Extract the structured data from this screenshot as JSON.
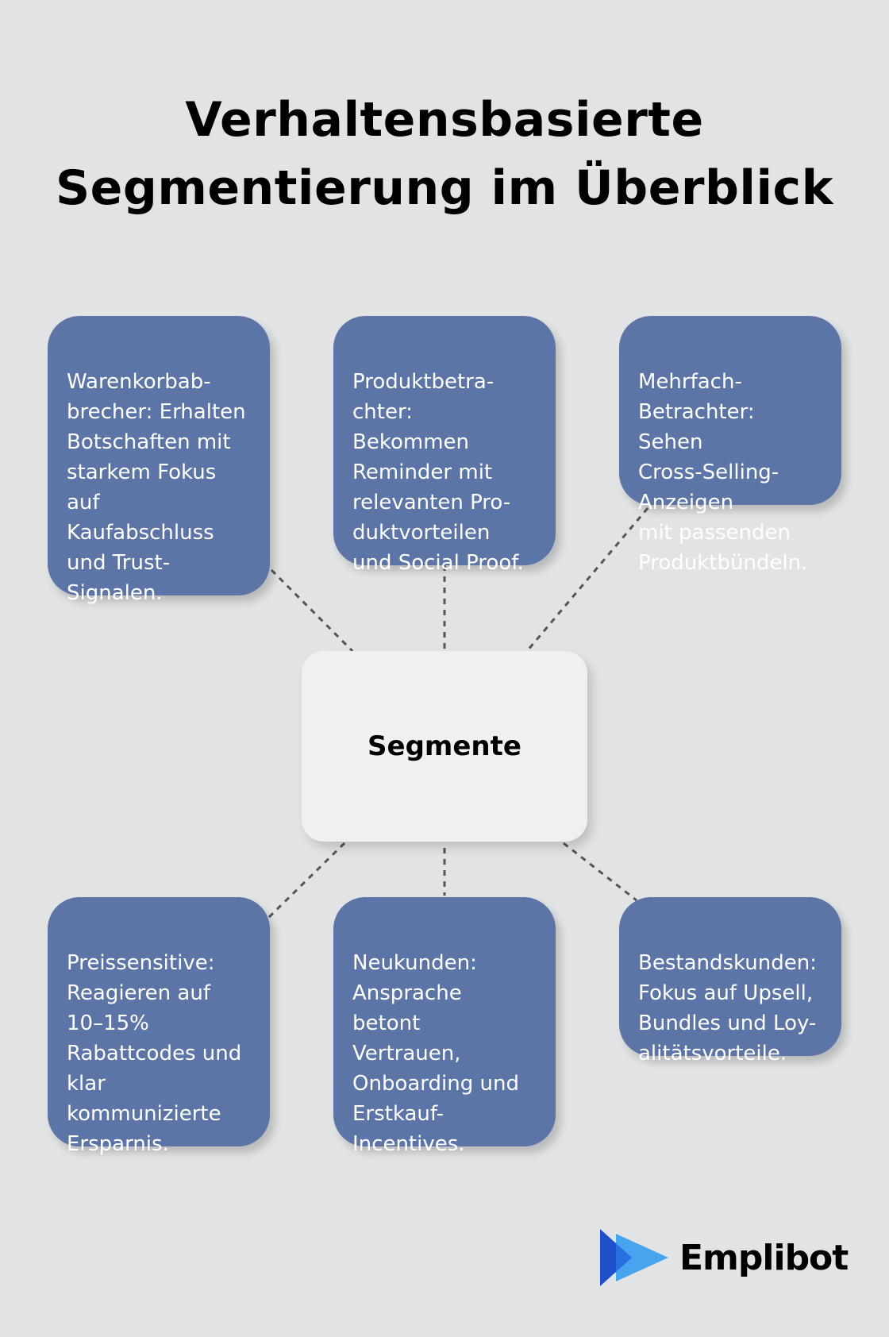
{
  "title": {
    "line1": "Verhaltensbasierte",
    "line2": "Segmentierung im Überblick"
  },
  "center": {
    "label": "Segmente"
  },
  "segments": [
    {
      "text": "Warenkorbab-\nbrecher: Erhalten\nBotschaften mit\nstarkem Fokus\nauf\nKaufabschluss\nund Trust-\nSignalen."
    },
    {
      "text": "Produktbetra-\nchter:\nBekommen\nReminder mit\nrelevanten Pro-\nduktvorteilen\nund Social Proof."
    },
    {
      "text": "Mehrfach-Betrachter:\nSehen\nCross-Selling-Anzeigen\nmit passenden\nProduktbündeln."
    },
    {
      "text": "Preissensitive:\nReagieren auf\n10–15%\nRabattcodes und\nklar\nkommunizierte\nErsparnis."
    },
    {
      "text": "Neukunden:\nAnsprache\nbetont\nVertrauen,\nOnboarding und\nErstkauf-\nIncentives."
    },
    {
      "text": "Bestandskunden:\nFokus auf Upsell,\nBundles und Loy-\nalitätsvorteile."
    }
  ],
  "logo": {
    "text": "Emplibot",
    "icon": "play-arrow-logo-icon"
  },
  "colors": {
    "background": "#e1e3e4",
    "segment_box": "#5d74a7",
    "center_box": "#eff0f2",
    "logo_blue_dark": "#1f4fc9",
    "logo_blue_light": "#3aa0f0"
  }
}
